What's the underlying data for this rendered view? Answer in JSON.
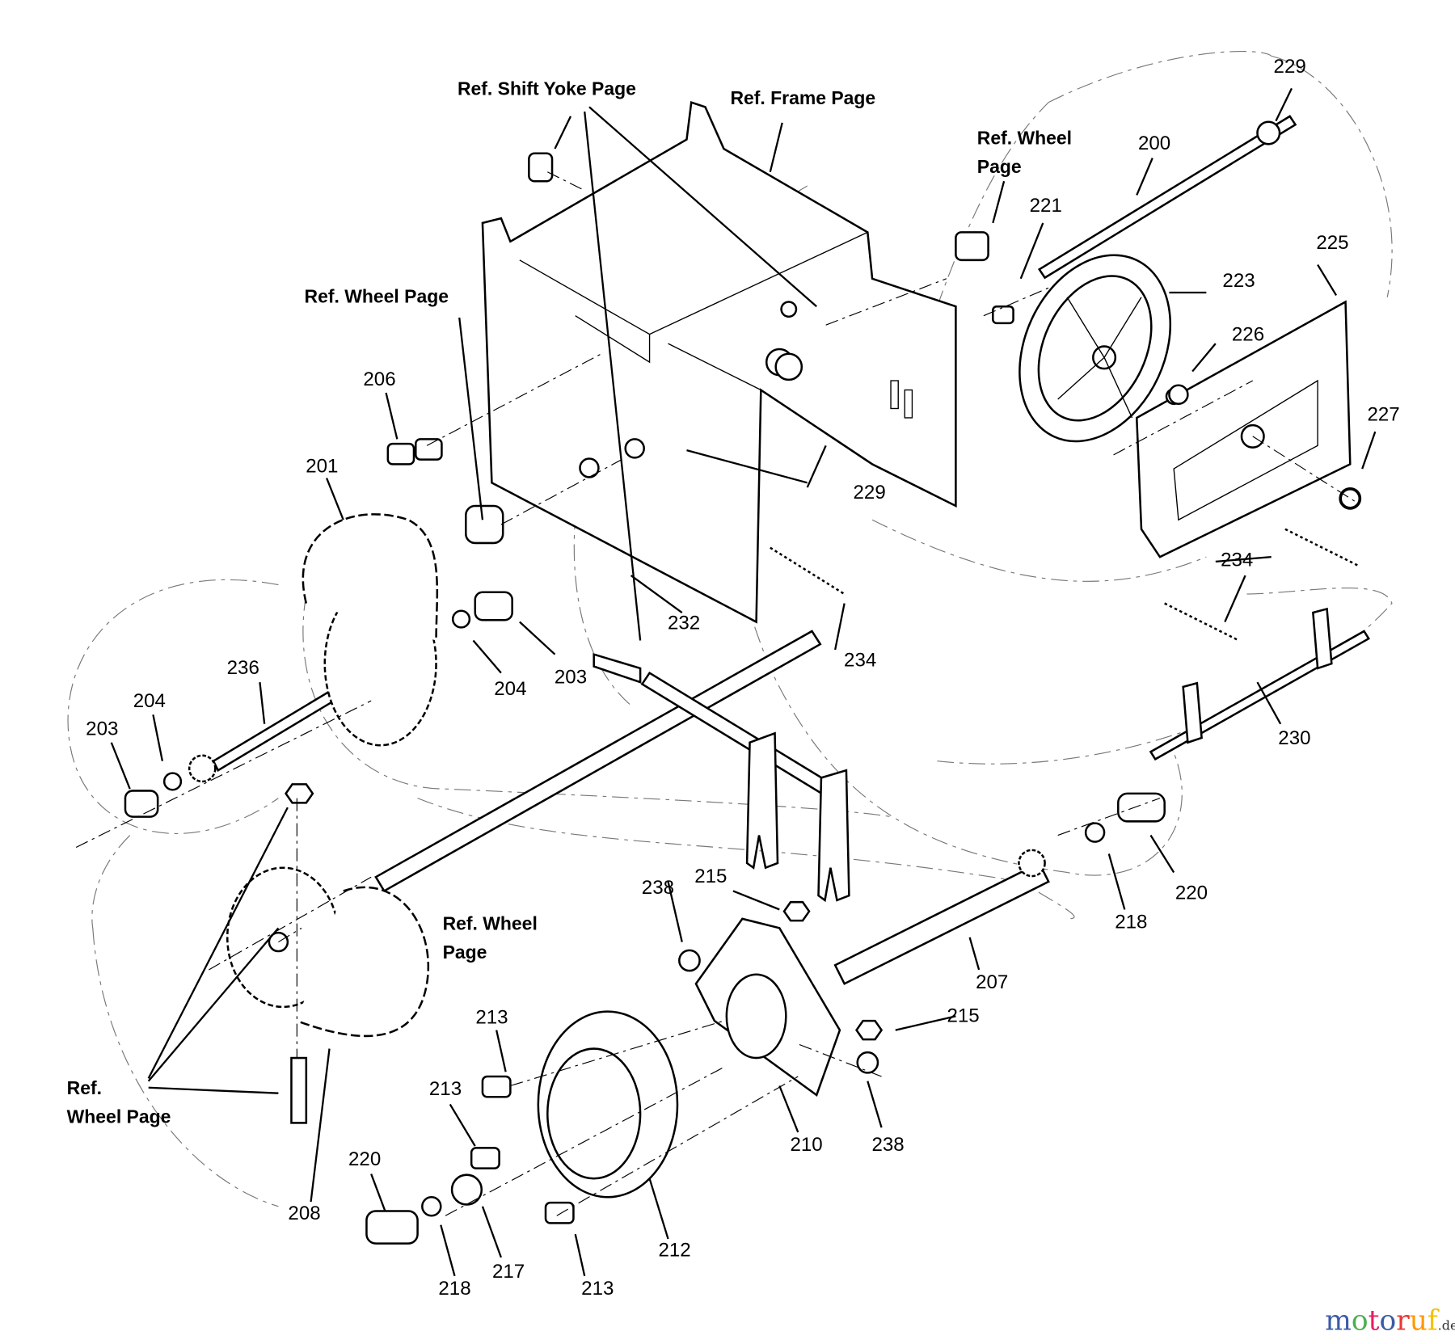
{
  "diagram": {
    "refs": {
      "shift_yoke": "Ref. Shift Yoke Page",
      "frame": "Ref. Frame Page",
      "wheel_top_1": "Ref. Wheel",
      "wheel_top_2": "Page",
      "wheel_left": "Ref. Wheel Page",
      "wheel_mid_1": "Ref. Wheel",
      "wheel_mid_2": "Page",
      "wheel_bottom_1": "Ref.",
      "wheel_bottom_2": "Wheel Page"
    },
    "part_numbers": [
      "229",
      "200",
      "221",
      "225",
      "223",
      "226",
      "227",
      "206",
      "201",
      "229",
      "234",
      "232",
      "234",
      "203",
      "204",
      "236",
      "204",
      "203",
      "230",
      "238",
      "215",
      "220",
      "218",
      "207",
      "213",
      "215",
      "213",
      "210",
      "238",
      "220",
      "208",
      "212",
      "217",
      "218",
      "213"
    ]
  },
  "watermark": {
    "text": "motoruf",
    "suffix": ".de",
    "colors": [
      "#3b5ba5",
      "#4caf50",
      "#e91e63",
      "#3b5ba5",
      "#e53935",
      "#ff9800",
      "#f2c200"
    ]
  }
}
